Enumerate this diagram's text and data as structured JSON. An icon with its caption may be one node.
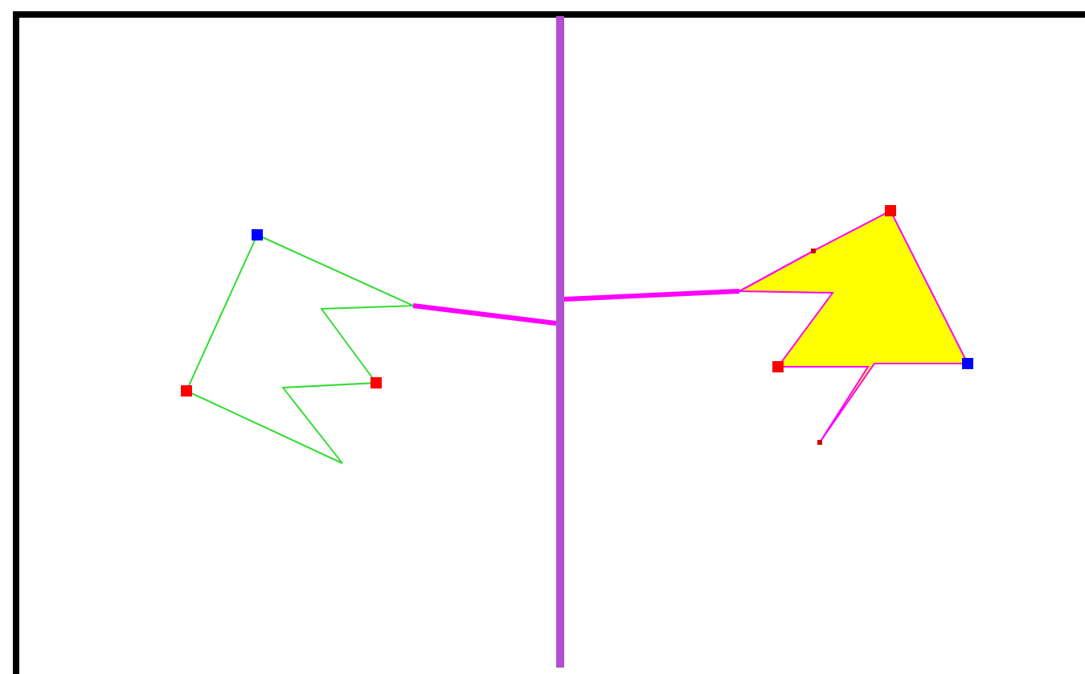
{
  "diagram": {
    "nodes": [
      {
        "text": [],
        "shape": "polygon"
      },
      {
        "text": [],
        "shape": "bar"
      },
      {
        "text": [],
        "shape": "polygon"
      }
    ],
    "edges": [
      {
        "from": 0,
        "to": 1,
        "arrow": "none"
      },
      {
        "from": 1,
        "to": 2,
        "arrow": "none"
      }
    ]
  }
}
